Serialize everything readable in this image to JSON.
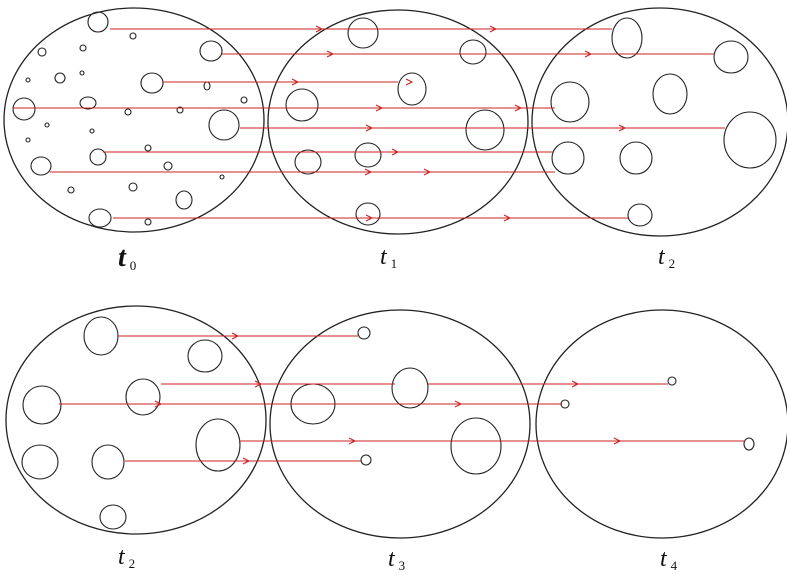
{
  "panel_labels": [
    {
      "var": "t",
      "sub": "0"
    },
    {
      "var": "t",
      "sub": "1"
    },
    {
      "var": "t",
      "sub": "2"
    },
    {
      "var": "t",
      "sub": "2"
    },
    {
      "var": "t",
      "sub": "3"
    },
    {
      "var": "t",
      "sub": "4"
    }
  ],
  "colors": {
    "outline": "#222222",
    "trajectory": "#cc2222",
    "background": "#ffffff"
  }
}
